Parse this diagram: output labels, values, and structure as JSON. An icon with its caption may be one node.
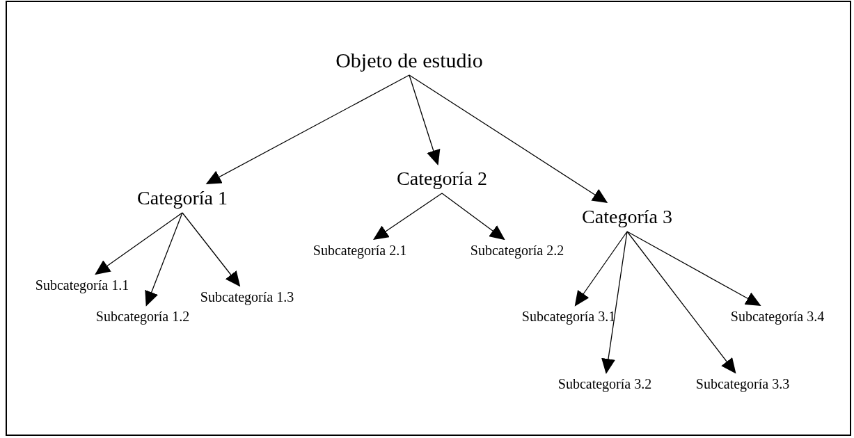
{
  "diagram": {
    "nodes": [
      {
        "text": [
          "Objeto de estudio"
        ]
      },
      {
        "text": [
          "Categoría 1"
        ]
      },
      {
        "text": [
          "Categoría 2"
        ]
      },
      {
        "text": [
          "Categoría 3"
        ]
      },
      {
        "text": [
          "Subcategoría 1.1"
        ]
      },
      {
        "text": [
          "Subcategoría 1.2"
        ]
      },
      {
        "text": [
          "Subcategoría 1.3"
        ]
      },
      {
        "text": [
          "Subcategoría 2.1"
        ]
      },
      {
        "text": [
          "Subcategoría 2.2"
        ]
      },
      {
        "text": [
          "Subcategoría 3.1"
        ]
      },
      {
        "text": [
          "Subcategoría 3.2"
        ]
      },
      {
        "text": [
          "Subcategoría 3.3"
        ]
      },
      {
        "text": [
          "Subcategoría 3.4"
        ]
      }
    ],
    "edges": [
      {
        "from": 0,
        "to": 1,
        "arrow": "to"
      },
      {
        "from": 0,
        "to": 2,
        "arrow": "to"
      },
      {
        "from": 0,
        "to": 3,
        "arrow": "to"
      },
      {
        "from": 1,
        "to": 4,
        "arrow": "to"
      },
      {
        "from": 1,
        "to": 5,
        "arrow": "to"
      },
      {
        "from": 1,
        "to": 6,
        "arrow": "to"
      },
      {
        "from": 2,
        "to": 7,
        "arrow": "to"
      },
      {
        "from": 2,
        "to": 8,
        "arrow": "to"
      },
      {
        "from": 3,
        "to": 9,
        "arrow": "to"
      },
      {
        "from": 3,
        "to": 10,
        "arrow": "to"
      },
      {
        "from": 3,
        "to": 11,
        "arrow": "to"
      },
      {
        "from": 3,
        "to": 12,
        "arrow": "to"
      }
    ]
  }
}
